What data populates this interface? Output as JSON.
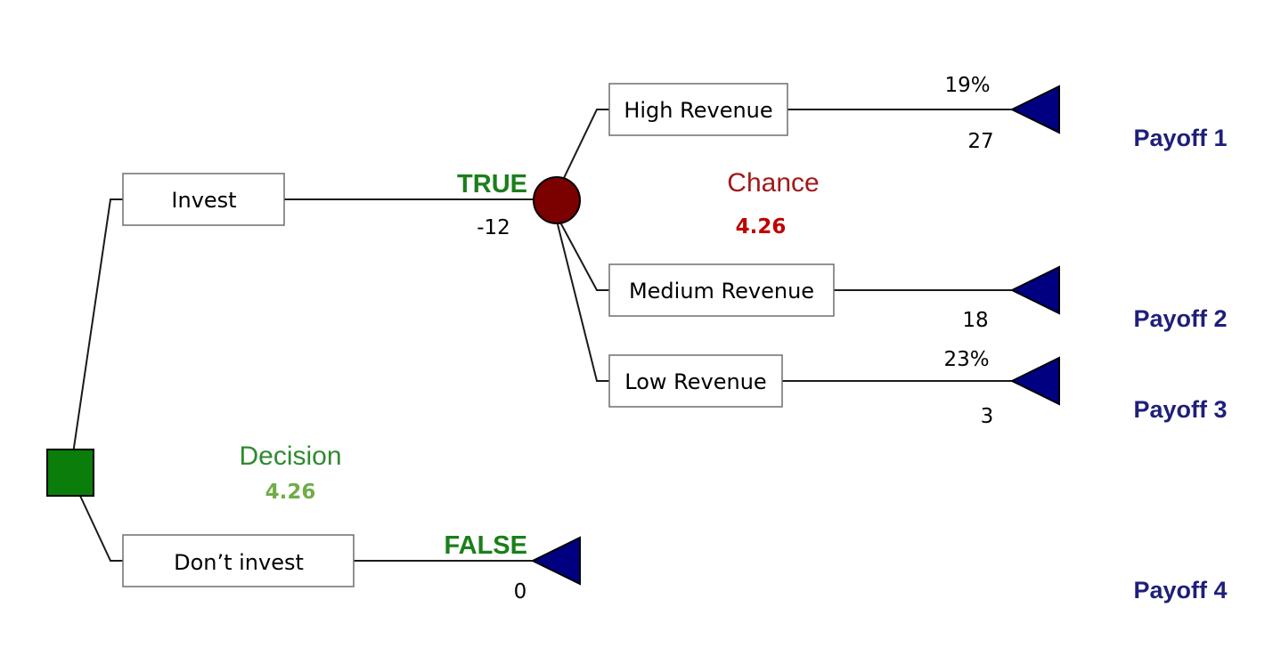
{
  "colors": {
    "decision_node": "#0a7d0a",
    "chance_node": "#7b0000",
    "terminal_node": "#000080",
    "true_flag": "#1b7f1b",
    "false_flag": "#1b7f1b",
    "decision_title": "#2f8a2f",
    "decision_value": "#70ad47",
    "chance_title": "#a01919",
    "chance_value": "#c00000",
    "payoff_label": "#1f1f7a"
  },
  "decision": {
    "title": "Decision",
    "value": "4.26"
  },
  "chance": {
    "title": "Chance",
    "value": "4.26"
  },
  "invest": {
    "label": "Invest",
    "flag": "TRUE",
    "cost": "-12"
  },
  "dont_invest": {
    "label": "Don’t invest",
    "flag": "FALSE",
    "value": "0"
  },
  "outcomes": {
    "high": {
      "label": "High Revenue",
      "probability": "19%",
      "value": "27",
      "payoff": "Payoff 1"
    },
    "medium": {
      "label": "Medium Revenue",
      "value": "18",
      "payoff": "Payoff 2"
    },
    "low": {
      "label": "Low Revenue",
      "probability": "23%",
      "value": "3",
      "payoff": "Payoff 3"
    }
  },
  "dont_invest_payoff": "Payoff 4"
}
